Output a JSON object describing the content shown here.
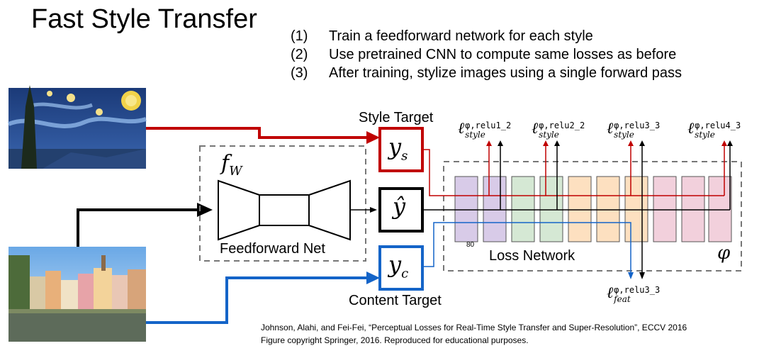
{
  "slide": {
    "title": "Fast Style Transfer",
    "bullets": [
      {
        "num": "(1)",
        "text": "Train a feedforward network for each style"
      },
      {
        "num": "(2)",
        "text": "Use pretrained CNN to compute same losses as before"
      },
      {
        "num": "(3)",
        "text": "After training, stylize images using a single forward pass"
      }
    ]
  },
  "diagram": {
    "style_target_label": "Style Target",
    "content_target_label": "Content Target",
    "feedforward_label": "Feedforward Net",
    "loss_network_label": "Loss Network",
    "fw_symbol": "f",
    "fw_subscript": "W",
    "ys_symbol": "y",
    "ys_subscript": "s",
    "yhat_symbol": "ŷ",
    "yc_symbol": "y",
    "yc_subscript": "c",
    "phi_symbol": "φ",
    "small_number": "80",
    "losses": [
      {
        "main": "ℓ",
        "sup": "φ,relu1_2",
        "sub": "style"
      },
      {
        "main": "ℓ",
        "sup": "φ,relu2_2",
        "sub": "style"
      },
      {
        "main": "ℓ",
        "sup": "φ,relu3_3",
        "sub": "style"
      },
      {
        "main": "ℓ",
        "sup": "φ,relu4_3",
        "sub": "style"
      }
    ],
    "feat_loss": {
      "main": "ℓ",
      "sup": "φ,relu3_3",
      "sub": "feat"
    }
  },
  "citation": {
    "line1": "Johnson, Alahi, and Fei-Fei, “Perceptual Losses for Real-Time Style Transfer and Super-Resolution”, ECCV 2016",
    "line2": "Figure copyright Springer, 2016. Reproduced for educational purposes."
  },
  "colors": {
    "style": "#c00000",
    "content": "#1464c8",
    "purple": "#d8cbe8",
    "green": "#d5e8d4",
    "orange": "#fde0c0",
    "pink": "#f2d0dc"
  }
}
